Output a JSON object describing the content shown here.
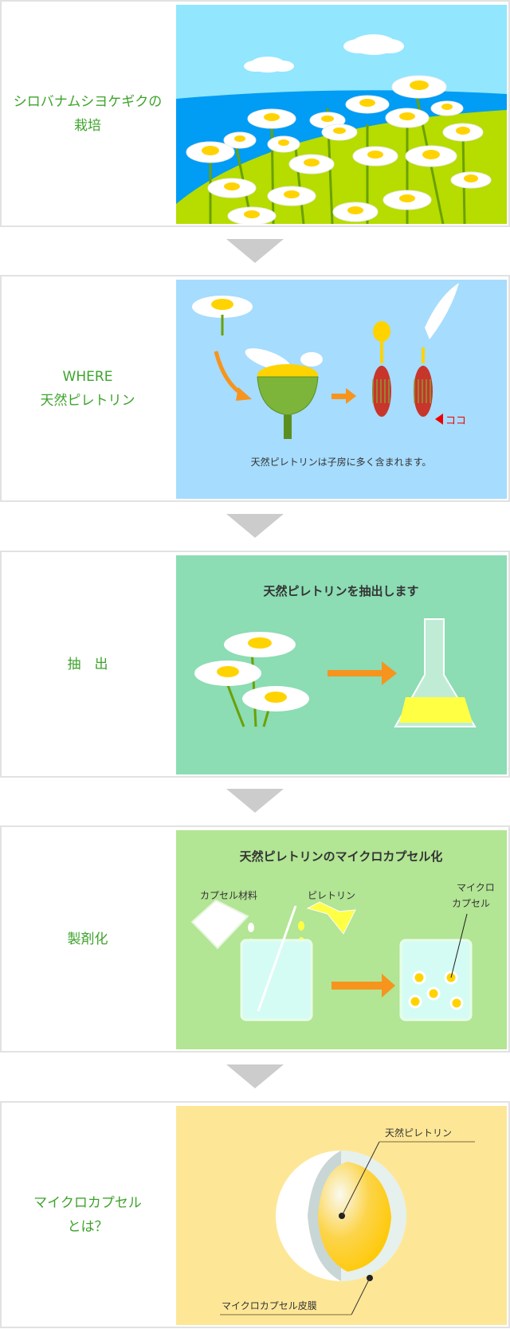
{
  "steps": [
    {
      "label": "シロバナムシヨケギクの\n栽培"
    },
    {
      "label": "WHERE\n天然ピレトリン",
      "caption": "天然ピレトリンは子房に多く含まれます。",
      "marker": "ココ"
    },
    {
      "label": "抽　出",
      "title": "天然ピレトリンを抽出します"
    },
    {
      "label": "製剤化",
      "title": "天然ピレトリンのマイクロカプセル化",
      "capsule_material": "カプセル材料",
      "pyrethrin": "ピレトリン",
      "microcapsule_line1": "マイクロ",
      "microcapsule_line2": "カプセル"
    },
    {
      "label": "マイクロカプセル\nとは？",
      "core_label": "天然ピレトリン",
      "shell_label": "マイクロカプセル皮膜"
    }
  ],
  "colors": {
    "label_green": "#3ea32c",
    "arrow_gray": "#cccccc",
    "orange": "#f7941d"
  }
}
